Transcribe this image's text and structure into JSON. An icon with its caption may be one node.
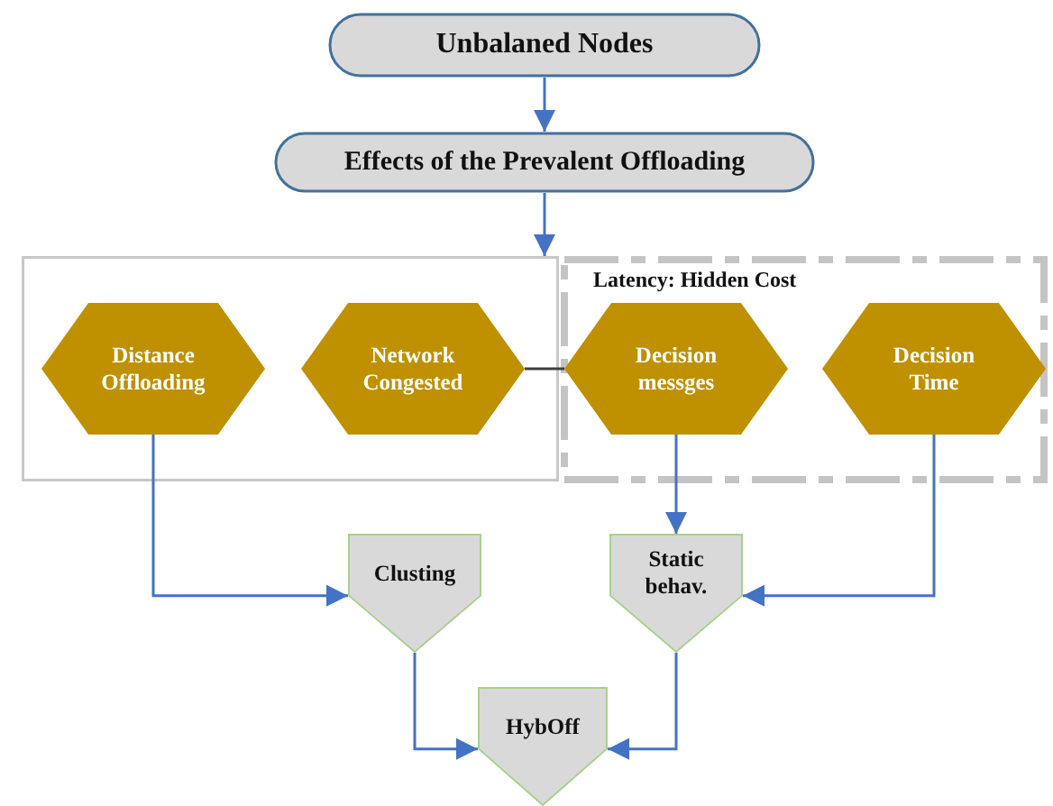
{
  "diagram": {
    "nodes": [
      {
        "text": [
          "Unbalaned Nodes"
        ]
      },
      {
        "text": [
          "Effects of the Prevalent Offloading"
        ]
      },
      {
        "text": [],
        "shape": "box"
      },
      {
        "text": [
          "Latency: Hidden Cost"
        ]
      },
      {
        "text": [
          "Distance Offloading"
        ],
        "in": 2
      },
      {
        "text": [
          "Network Congested"
        ],
        "in": 2
      },
      {
        "text": [
          "Decision messges"
        ],
        "in": 3
      },
      {
        "text": [
          "Decision Time"
        ],
        "in": 3
      },
      {
        "text": [
          "Clusting"
        ]
      },
      {
        "text": [
          "Static behav."
        ]
      },
      {
        "text": [
          "HybOff"
        ]
      }
    ],
    "edges": [
      {
        "from": 0,
        "to": 1,
        "arrow": "to"
      },
      {
        "from": 1,
        "to": 2,
        "arrow": "to"
      },
      {
        "from": 5,
        "to": 6,
        "arrow": "none",
        "color": "#404040"
      },
      {
        "from": 4,
        "to": 8,
        "arrow": "to"
      },
      {
        "from": 6,
        "to": 9,
        "arrow": "to"
      },
      {
        "from": 7,
        "to": 9,
        "arrow": "to"
      },
      {
        "from": 8,
        "to": 10,
        "arrow": "to"
      },
      {
        "from": 9,
        "to": 10,
        "arrow": "to"
      }
    ]
  }
}
